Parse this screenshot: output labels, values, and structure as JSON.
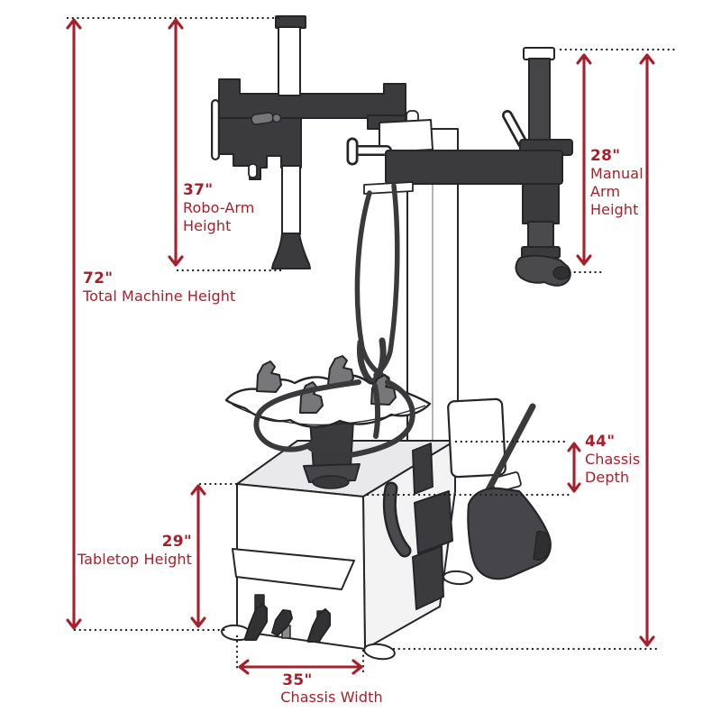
{
  "figure": {
    "alt": "Line-art illustration of a tire changer machine annotated with dimension arrows",
    "accent_color": "#a6202b",
    "outline_color": "#26262a",
    "machine_dark": "#3b3b3d",
    "machine_gray": "#77777a",
    "machine_light": "#e9e9eb"
  },
  "dimensions": {
    "total_machine_height": {
      "value": "72\"",
      "label": "Total Machine Height"
    },
    "robo_arm_height": {
      "value": "37\"",
      "label": "Robo-Arm Height"
    },
    "manual_arm_height": {
      "value": "28\"",
      "label": "Manual Arm Height"
    },
    "chassis_depth": {
      "value": "44\"",
      "label": "Chassis Depth"
    },
    "tabletop_height": {
      "value": "29\"",
      "label": "Tabletop Height"
    },
    "chassis_width": {
      "value": "35\"",
      "label": "Chassis Width"
    }
  }
}
